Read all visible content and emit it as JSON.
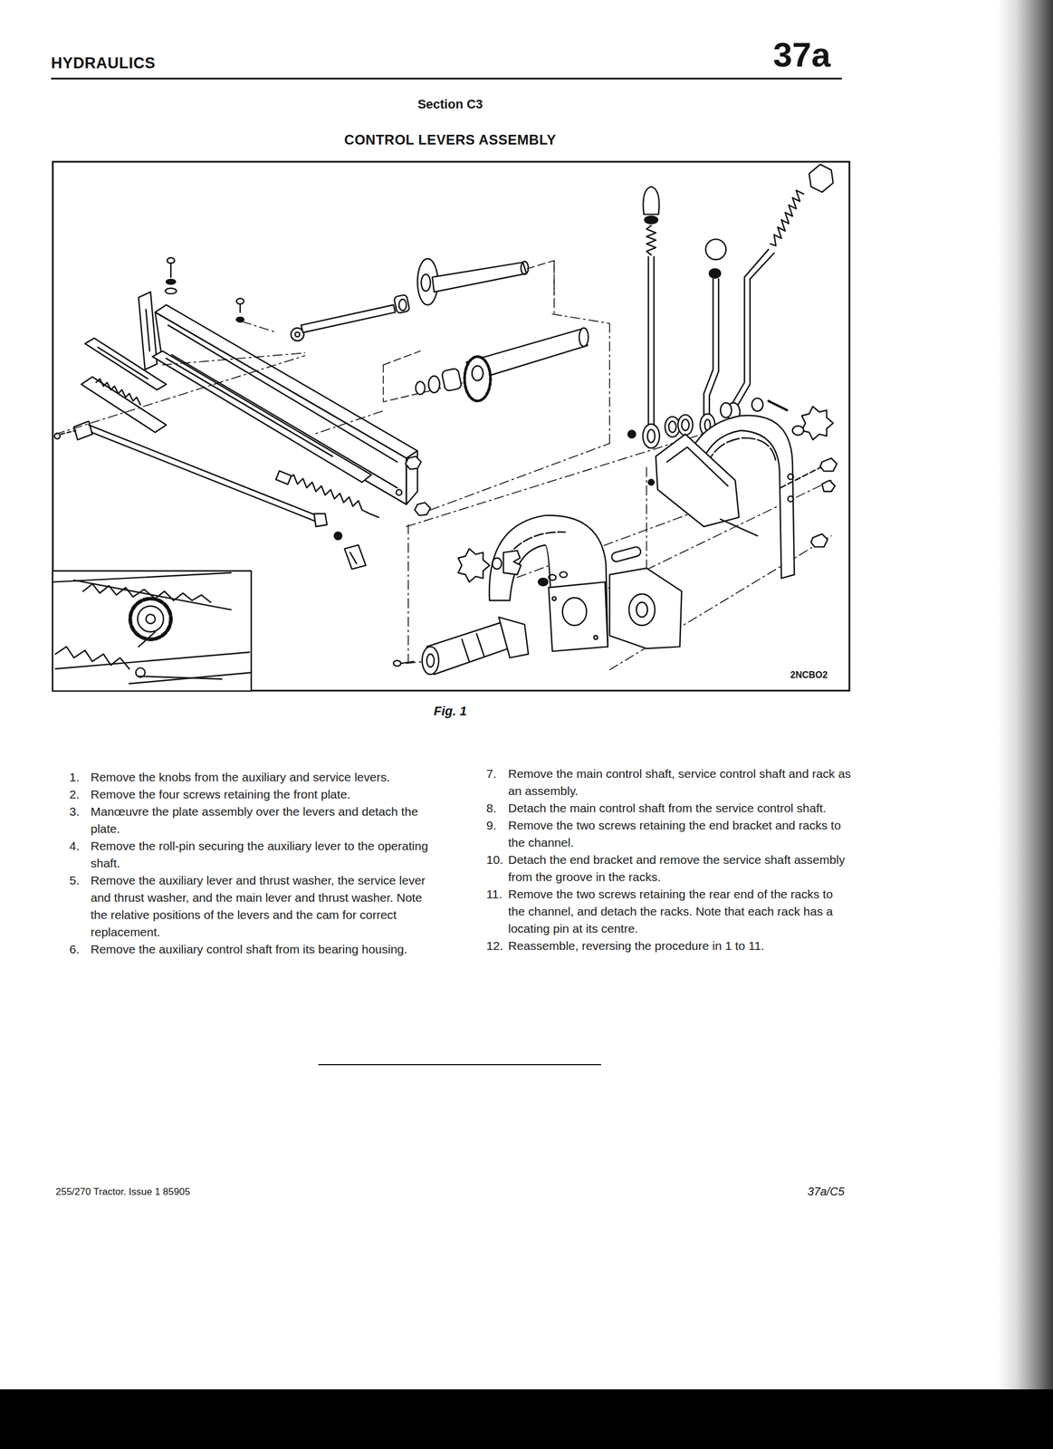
{
  "diagram": {
    "title": "CONTROL LEVERS ASSEMBLY",
    "caption": "Fig. 1",
    "labels": [
      "HYDRAULICS",
      "37a",
      "Section C3",
      "2NCBO2",
      "1.",
      "Remove the knobs from the auxiliary and service levers.",
      "2.",
      "Remove the four screws retaining the front plate.",
      "3.",
      "Manœuvre the plate assembly over the levers and detach the plate.",
      "4.",
      "Remove the roll-pin securing the auxiliary lever to the operating shaft.",
      "5.",
      "Remove the auxiliary lever and thrust washer, the service lever and thrust washer, and the main lever and thrust washer. Note the relative positions of the levers and the cam for correct replacement.",
      "6.",
      "Remove the auxiliary control shaft from its bearing housing.",
      "7.",
      "Remove the main control shaft, service control shaft and rack as an assembly.",
      "8.",
      "Detach the main control shaft from the service control shaft.",
      "9.",
      "Remove the two screws retaining the end bracket and racks to the channel.",
      "10.",
      "Detach the end bracket and remove the service shaft assembly from the groove in the racks.",
      "11.",
      "Remove the two screws retaining the rear end of the racks to the channel, and detach the racks. Note that each rack has a locating pin at its centre.",
      "12.",
      "Reassemble, reversing the procedure in 1 to 11.",
      "255/270 Tractor. Issue 1 85905",
      "37a/C5"
    ]
  }
}
